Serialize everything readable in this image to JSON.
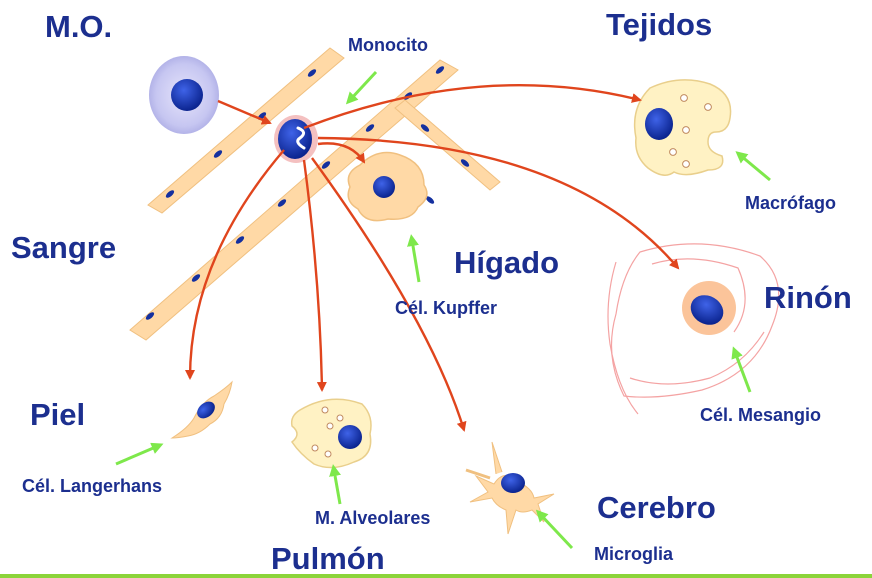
{
  "colors": {
    "label_text": "#1c2f8f",
    "arrow_red": "#e0451d",
    "arrow_green": "#7ee84b",
    "cell_fill": "#ffe4b5",
    "nucleus": "#1a3fbf",
    "nucleus_light_halo": "#c9ccf2",
    "kidney_outline": "#f4a3a3",
    "bottom_bar": "#8bd43a"
  },
  "labels": {
    "mo": "M.O.",
    "tejidos": "Tejidos",
    "monocito": "Monocito",
    "macrofago": "Macrófago",
    "sangre": "Sangre",
    "higado": "Hígado",
    "kupffer": "Cél. Kupffer",
    "rinon": "Rinón",
    "mesangio": "Cél. Mesangio",
    "piel": "Piel",
    "langerhans": "Cél. Langerhans",
    "alveolares": "M. Alveolares",
    "pulmon": "Pulmón",
    "cerebro": "Cerebro",
    "microglia": "Microglia"
  },
  "icons": {
    "mo_cell": "bone-marrow-precursor-icon",
    "monocyte": "monocyte-icon",
    "vessel": "blood-vessel-icon",
    "tissue_macrophage": "macrophage-icon",
    "kupffer_cell": "kupffer-cell-icon",
    "mesangial_cell": "mesangial-cell-icon",
    "langerhans_cell": "langerhans-cell-icon",
    "alveolar_macrophage": "alveolar-macrophage-icon",
    "microglia_cell": "microglia-icon"
  }
}
